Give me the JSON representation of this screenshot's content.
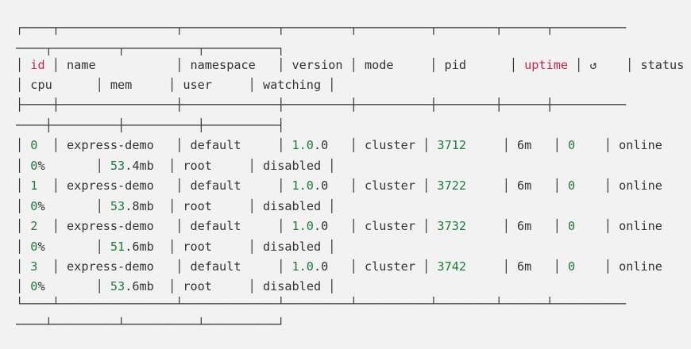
{
  "colors": {
    "background": "#f2f2f2",
    "text": "#333333",
    "header_highlight": "#c7254e",
    "number_highlight": "#1a7f37"
  },
  "table": {
    "border_top_1": "┌────┬────────────────┬─────────────┬─────────┬──────────┬────────┬──────┬──────────",
    "border_top_2": "────┬─────────┬──────────┬──────────┐",
    "header_cols": [
      "id",
      "name",
      "namespace",
      "version",
      "mode",
      "pid",
      "uptime",
      "↺",
      "status"
    ],
    "header_cols_2": [
      "cpu",
      "mem",
      "user",
      "watching"
    ],
    "border_mid_1": "├────┼────────────────┼─────────────┼─────────┼──────────┼────────┼──────┼──────────",
    "border_mid_2": "────┼─────────┼──────────┼──────────┤",
    "border_bot_1": "└────┴────────────────┴─────────────┴─────────┴──────────┴────────┴──────┴──────────",
    "border_bot_2": "────┴─────────┴──────────┴──────────┘",
    "rows": [
      {
        "id": "0",
        "name": "express-demo",
        "namespace": "default",
        "version_major": "1.0",
        "version_patch": ".0",
        "mode": "cluster",
        "pid": "3712",
        "uptime": "6m",
        "restarts": "0",
        "status": "online",
        "cpu_num": "0",
        "cpu_unit": "%",
        "mem_num": "53",
        "mem_rest": ".4mb",
        "user": "root",
        "watching": "disabled"
      },
      {
        "id": "1",
        "name": "express-demo",
        "namespace": "default",
        "version_major": "1.0",
        "version_patch": ".0",
        "mode": "cluster",
        "pid": "3722",
        "uptime": "6m",
        "restarts": "0",
        "status": "online",
        "cpu_num": "0",
        "cpu_unit": "%",
        "mem_num": "53",
        "mem_rest": ".8mb",
        "user": "root",
        "watching": "disabled"
      },
      {
        "id": "2",
        "name": "express-demo",
        "namespace": "default",
        "version_major": "1.0",
        "version_patch": ".0",
        "mode": "cluster",
        "pid": "3732",
        "uptime": "6m",
        "restarts": "0",
        "status": "online",
        "cpu_num": "0",
        "cpu_unit": "%",
        "mem_num": "51",
        "mem_rest": ".6mb",
        "user": "root",
        "watching": "disabled"
      },
      {
        "id": "3",
        "name": "express-demo",
        "namespace": "default",
        "version_major": "1.0",
        "version_patch": ".0",
        "mode": "cluster",
        "pid": "3742",
        "uptime": "6m",
        "restarts": "0",
        "status": "online",
        "cpu_num": "0",
        "cpu_unit": "%",
        "mem_num": "53",
        "mem_rest": ".6mb",
        "user": "root",
        "watching": "disabled"
      }
    ]
  }
}
